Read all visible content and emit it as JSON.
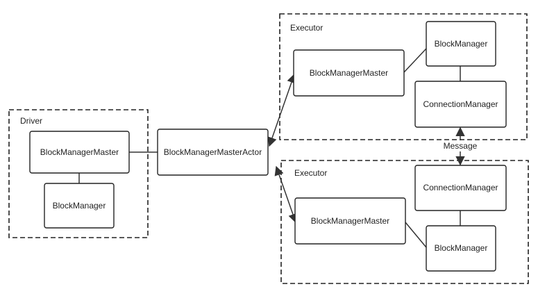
{
  "groups": {
    "driver": {
      "label": "Driver"
    },
    "executor_top": {
      "label": "Executor"
    },
    "executor_bottom": {
      "label": "Executor"
    }
  },
  "nodes": {
    "driver_bmm": {
      "label": "BlockManagerMaster"
    },
    "driver_bm": {
      "label": "BlockManager"
    },
    "actor": {
      "label": "BlockManagerMasterActor"
    },
    "exec1_bmm": {
      "label": "BlockManagerMaster"
    },
    "exec1_bm": {
      "label": "BlockManager"
    },
    "exec1_cm": {
      "label": "ConnectionManager"
    },
    "exec2_cm": {
      "label": "ConnectionManager"
    },
    "exec2_bmm": {
      "label": "BlockManagerMaster"
    },
    "exec2_bm": {
      "label": "BlockManager"
    }
  },
  "edges": {
    "message": {
      "label": "Message"
    }
  },
  "colors": {
    "stroke": "#222222",
    "background": "#ffffff"
  }
}
